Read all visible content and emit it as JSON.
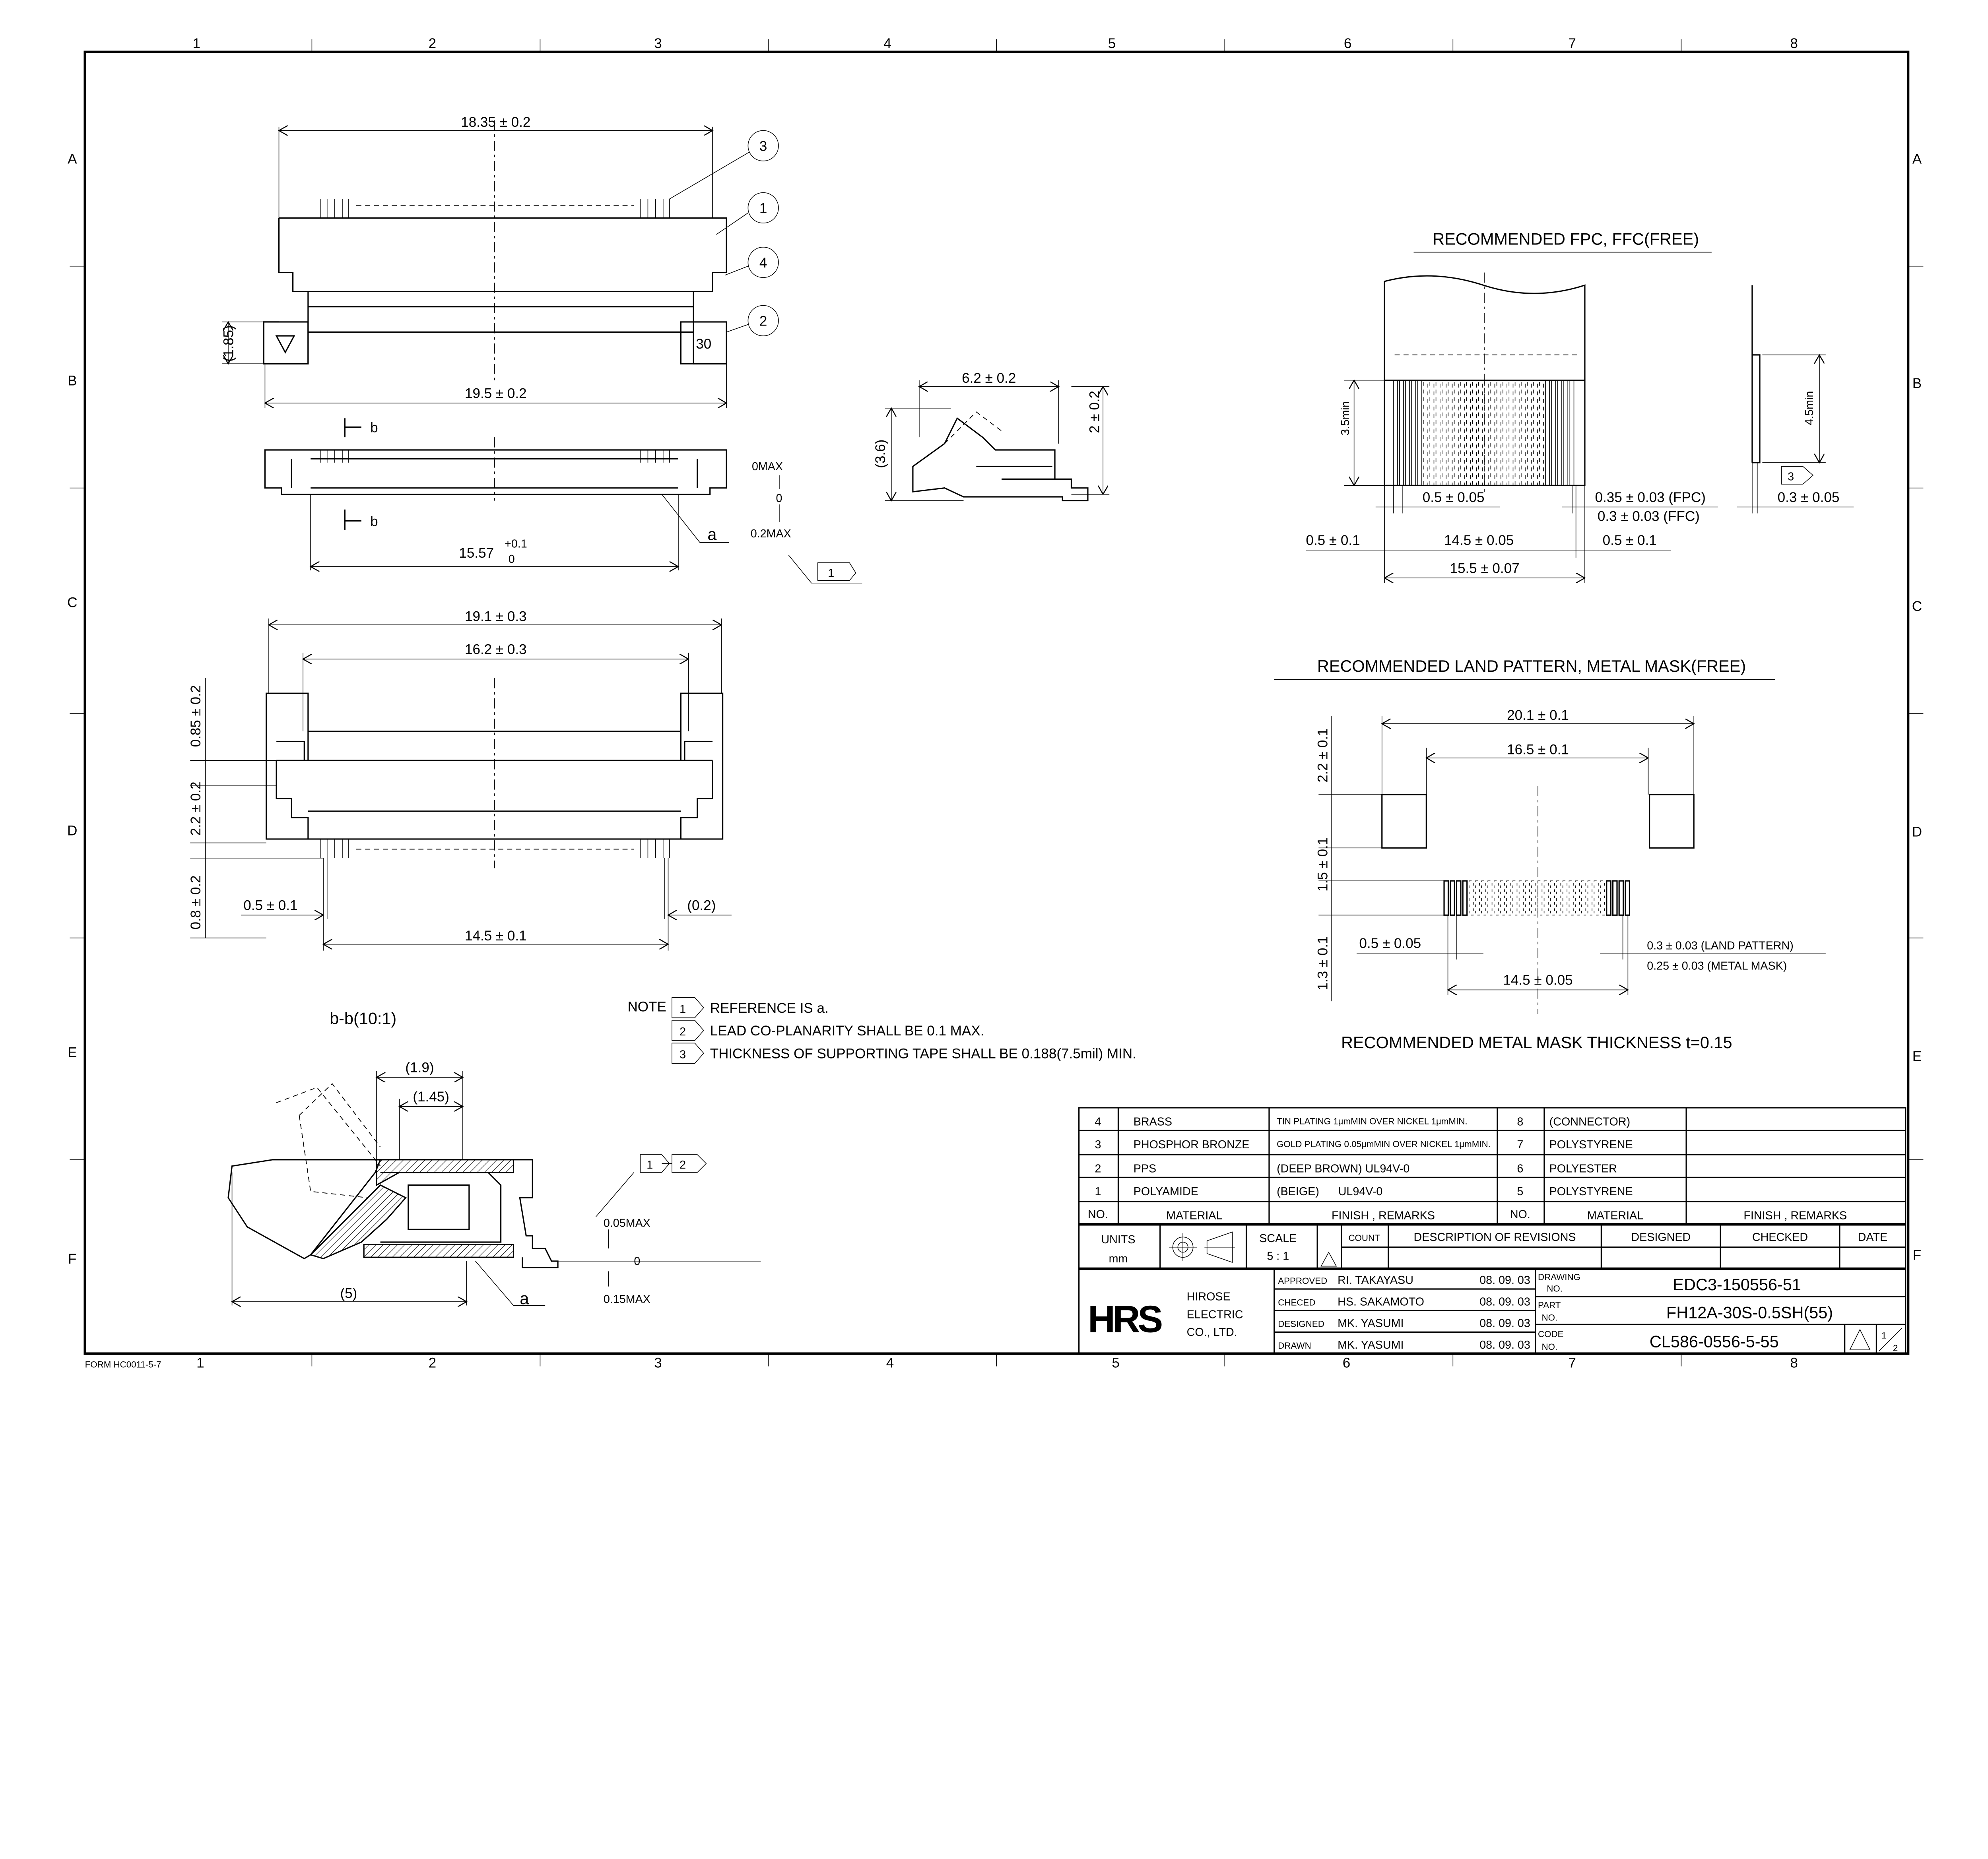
{
  "border": {
    "columns": [
      "1",
      "2",
      "3",
      "4",
      "5",
      "6",
      "7",
      "8"
    ],
    "rows": [
      "A",
      "B",
      "C",
      "D",
      "E",
      "F"
    ],
    "form_label": "FORM HC0011-5-7"
  },
  "top_view": {
    "dim_length": "18.35 ± 0.2",
    "balloons": [
      "3",
      "1",
      "4",
      "2"
    ],
    "dim_height": "(1.85)",
    "dim_width": "19.5 ± 0.2",
    "pin_marker": "30"
  },
  "front_view": {
    "section_mark": "b",
    "dim_span": "15.57",
    "tol_upper": "+0.1",
    "tol_lower": "0",
    "leader": "a",
    "tolerances": [
      "0MAX",
      "0",
      "0.2MAX"
    ],
    "note_flag": "1"
  },
  "side_view": {
    "dim_width": "6.2 ± 0.2",
    "dim_height": "2 ± 0.2",
    "dim_ref": "(3.6)"
  },
  "bottom_view": {
    "dim_outer": "19.1 ± 0.3",
    "dim_inner": "16.2 ± 0.3",
    "dim_v1": "0.85 ± 0.2",
    "dim_v2": "2.2 ± 0.2",
    "dim_v3": "0.8 ± 0.2",
    "pitch": "0.5 ± 0.1",
    "ref": "(0.2)",
    "span": "14.5 ± 0.1"
  },
  "section_view": {
    "title": "b-b(10:1)",
    "dim1": "(1.9)",
    "dim2": "(1.45)",
    "dim3": "(5)",
    "leader": "a",
    "flags": [
      "1",
      "2"
    ],
    "tolerances": [
      "0.05MAX",
      "0",
      "0.15MAX"
    ]
  },
  "notes": {
    "label": "NOTE",
    "items": [
      {
        "flag": "1",
        "text": "REFERENCE IS a."
      },
      {
        "flag": "2",
        "text": "LEAD CO-PLANARITY SHALL BE 0.1 MAX."
      },
      {
        "flag": "3",
        "text": "THICKNESS OF SUPPORTING TAPE SHALL BE 0.188(7.5mil) MIN."
      }
    ]
  },
  "fpc": {
    "title": "RECOMMENDED FPC, FFC(FREE)",
    "min_length": "3.5min",
    "side_min": "4.5min",
    "pitch": "0.5 ± 0.05",
    "width_fpc": "0.35 ± 0.03 (FPC)",
    "width_ffc": "0.3 ± 0.03 (FFC)",
    "flag": "3",
    "thickness": "0.3 ± 0.05",
    "margin_left": "0.5 ± 0.1",
    "span": "14.5 ± 0.05",
    "margin_right": "0.5 ± 0.1",
    "total": "15.5 ± 0.07"
  },
  "land": {
    "title": "RECOMMENDED LAND PATTERN, METAL MASK(FREE)",
    "outer": "20.1 ± 0.1",
    "inner": "16.5 ± 0.1",
    "v1": "2.2 ± 0.1",
    "v2": "1.5 ± 0.1",
    "v3": "1.3 ± 0.1",
    "pitch": "0.5 ± 0.05",
    "pad_land": "0.3 ± 0.03 (LAND PATTERN)",
    "pad_mask": "0.25 ± 0.03 (METAL MASK)",
    "span": "14.5 ± 0.05",
    "thickness_note": "RECOMMENDED METAL MASK THICKNESS t=0.15"
  },
  "title_block": {
    "materials_left": [
      {
        "no": "4",
        "material": "BRASS",
        "finish": "TIN PLATING 1μmMIN OVER NICKEL 1μmMIN."
      },
      {
        "no": "3",
        "material": "PHOSPHOR BRONZE",
        "finish": "GOLD PLATING 0.05μmMIN OVER NICKEL 1μmMIN."
      },
      {
        "no": "2",
        "material": "PPS",
        "finish": "(DEEP BROWN) UL94V-0"
      },
      {
        "no": "1",
        "material": "POLYAMIDE",
        "finish": "(BEIGE)      UL94V-0"
      }
    ],
    "materials_right": [
      {
        "no": "8",
        "material": "(CONNECTOR)",
        "finish": ""
      },
      {
        "no": "7",
        "material": "POLYSTYRENE",
        "finish": ""
      },
      {
        "no": "6",
        "material": "POLYESTER",
        "finish": ""
      },
      {
        "no": "5",
        "material": "POLYSTYRENE",
        "finish": ""
      }
    ],
    "headers": {
      "no": "NO.",
      "material": "MATERIAL",
      "finish": "FINISH , REMARKS"
    },
    "units_label": "UNITS",
    "units_value": "mm",
    "scale_label": "SCALE",
    "scale_value": "5 : 1",
    "revision_headers": [
      "COUNT",
      "DESCRIPTION OF REVISIONS",
      "DESIGNED",
      "CHECKED",
      "DATE"
    ],
    "company": [
      "HIROSE",
      "ELECTRIC",
      "CO., LTD."
    ],
    "logo": "HRS",
    "signoffs": [
      {
        "role": "APPROVED",
        "name": "RI. TAKAYASU",
        "date": "08. 09. 03"
      },
      {
        "role": "CHECED",
        "name": "HS. SAKAMOTO",
        "date": "08. 09. 03"
      },
      {
        "role": "DESIGNED",
        "name": "MK. YASUMI",
        "date": "08. 09. 03"
      },
      {
        "role": "DRAWN",
        "name": "MK. YASUMI",
        "date": "08. 09. 03"
      }
    ],
    "drawing_no_label": [
      "DRAWING",
      "NO."
    ],
    "drawing_no": "EDC3-150556-51",
    "part_no_label": [
      "PART",
      "NO."
    ],
    "part_no": "FH12A-30S-0.5SH(55)",
    "code_no_label": [
      "CODE",
      "NO."
    ],
    "code_no": "CL586-0556-5-55",
    "sheet_num": "1",
    "sheet_den": "2"
  }
}
